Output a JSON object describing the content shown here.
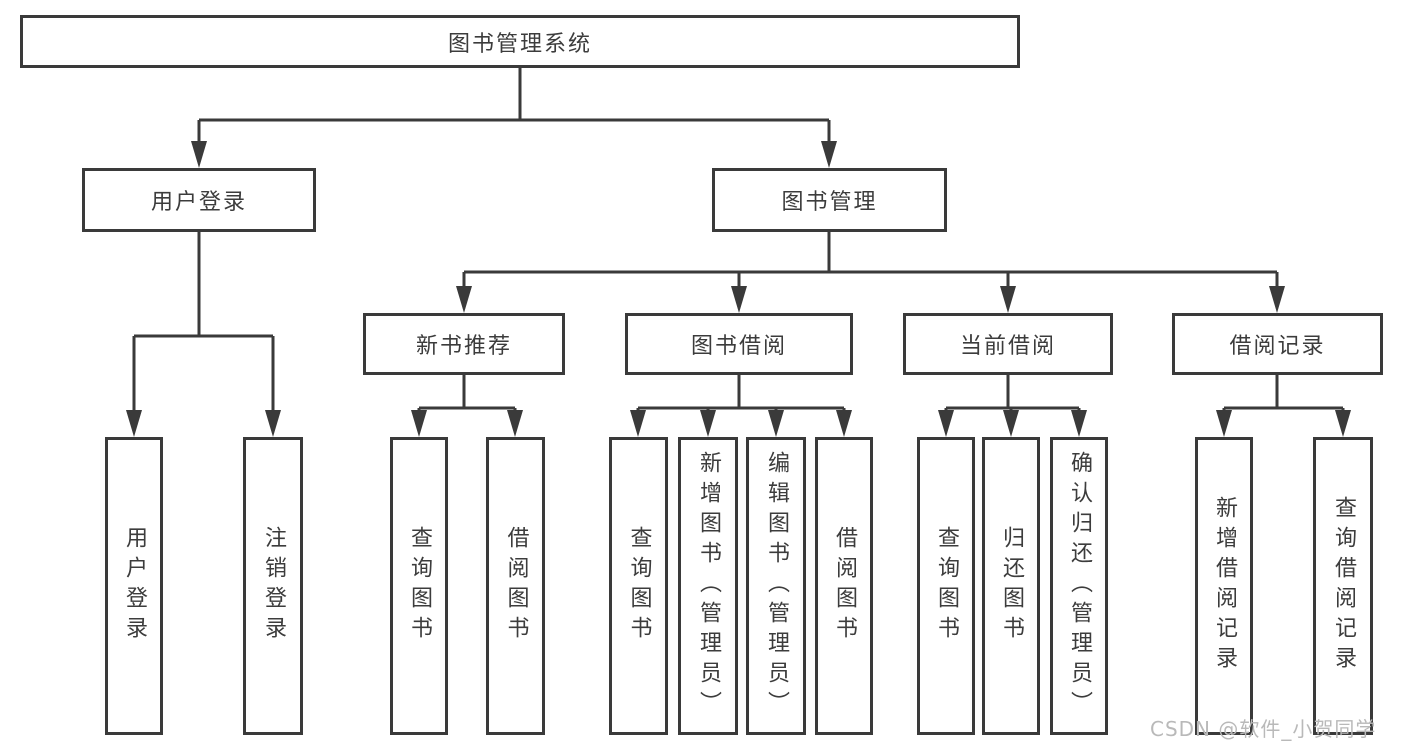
{
  "nodes": {
    "root": "图书管理系统",
    "level2": [
      "用户登录",
      "图书管理"
    ],
    "level3": [
      "新书推荐",
      "图书借阅",
      "当前借阅",
      "借阅记录"
    ],
    "leaves_user_login": [
      "用户登录",
      "注销登录"
    ],
    "leaves_new_book": [
      "查询图书",
      "借阅图书"
    ],
    "leaves_book_borrow": [
      "查询图书",
      "新增图书（管理员）",
      "编辑图书（管理员）",
      "借阅图书"
    ],
    "leaves_current_borrow": [
      "查询图书",
      "归还图书",
      "确认归还（管理员）"
    ],
    "leaves_borrow_record": [
      "新增借阅记录",
      "查询借阅记录"
    ]
  },
  "watermark": "CSDN @软件_小贺同学",
  "colors": {
    "line": "#3a3a3a",
    "text": "#3c3c3c",
    "watermark": "#b9b9b9",
    "background": "#ffffff"
  }
}
